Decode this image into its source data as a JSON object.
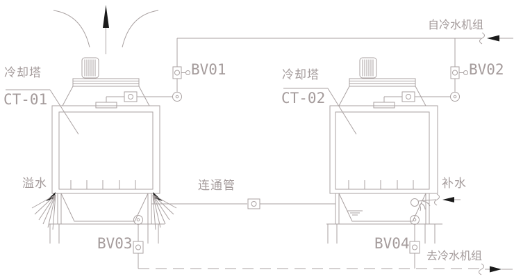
{
  "diagram": {
    "towers": [
      {
        "name": "冷却塔",
        "tag": "CT-01"
      },
      {
        "name": "冷却塔",
        "tag": "CT-02"
      }
    ],
    "valves": {
      "bv01": "BV01",
      "bv02": "BV02",
      "bv03": "BV03",
      "bv04": "BV04"
    },
    "pipes": {
      "from_chiller": "自冷水机组",
      "to_chiller": "去冷水机组",
      "connecting": "连通管",
      "overflow": "溢水",
      "makeup": "补水"
    },
    "colors": {
      "line": "#a9a1a1",
      "text": "#a49b9b",
      "accent_black": "#1b1b1b",
      "background": "#ffffff"
    }
  }
}
